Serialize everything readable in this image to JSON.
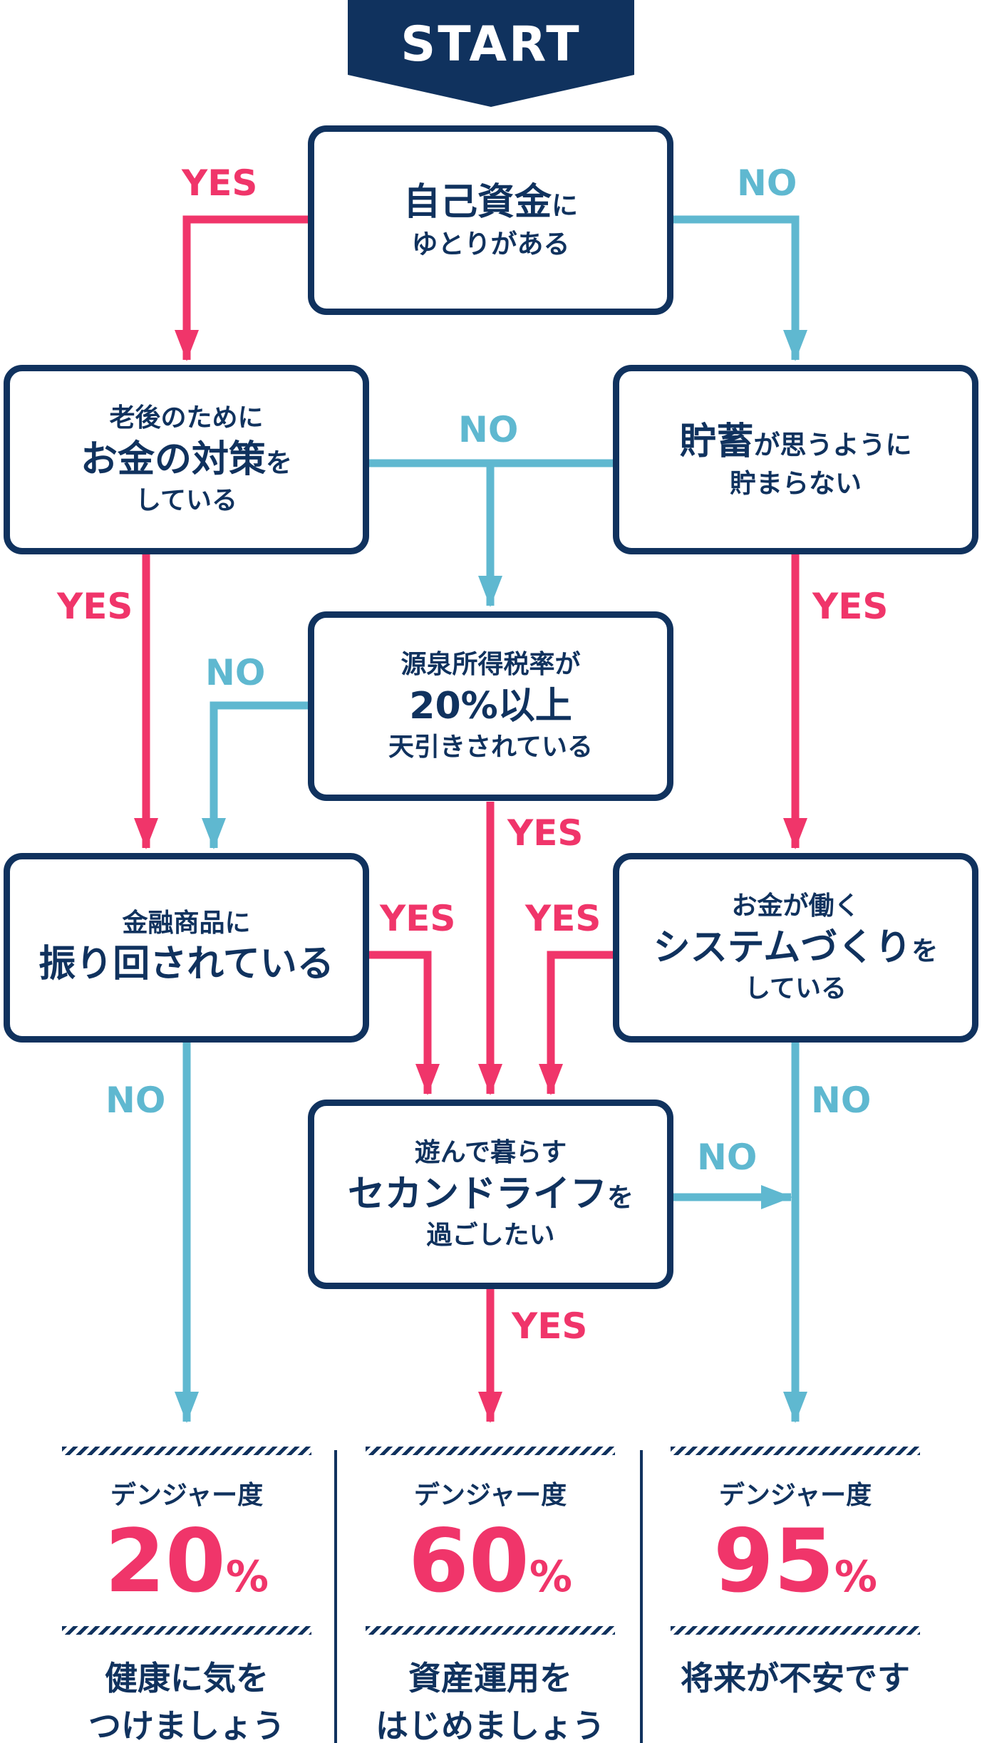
{
  "start": {
    "label": "START"
  },
  "nodes": {
    "q1": {
      "line1_big": "自己資金",
      "line1_small": "に",
      "line2": "ゆとりがある"
    },
    "q2": {
      "line1": "老後のために",
      "line2_big": "お金の対策",
      "line2_small": "を",
      "line3": "している"
    },
    "q3": {
      "line1_big": "貯蓄",
      "line1_small": "が思うように",
      "line2": "貯まらない"
    },
    "q4": {
      "line1": "源泉所得税率が",
      "line2": "20%以上",
      "line3": "天引きされている"
    },
    "q5": {
      "line1": "金融商品に",
      "line2": "振り回されている"
    },
    "q6": {
      "line1": "お金が働く",
      "line2_big": "システムづくり",
      "line2_small": "を",
      "line3": "している"
    },
    "q7": {
      "line1": "遊んで暮らす",
      "line2_big": "セカンドライフ",
      "line2_small": "を",
      "line3": "過ごしたい"
    }
  },
  "edges": {
    "yes_label": "YES",
    "no_label": "NO"
  },
  "results": [
    {
      "label": "デンジャー度",
      "value": "20",
      "unit": "%",
      "advice_line1": "健康に気を",
      "advice_line2": "つけましょう"
    },
    {
      "label": "デンジャー度",
      "value": "60",
      "unit": "%",
      "advice_line1": "資産運用を",
      "advice_line2": "はじめましょう"
    },
    {
      "label": "デンジャー度",
      "value": "95",
      "unit": "%",
      "advice_line1": "将来が不安です",
      "advice_line2": ""
    }
  ],
  "colors": {
    "navy": "#10325e",
    "yes": "#f0356a",
    "no": "#5fb8d0",
    "background": "#ffffff"
  }
}
